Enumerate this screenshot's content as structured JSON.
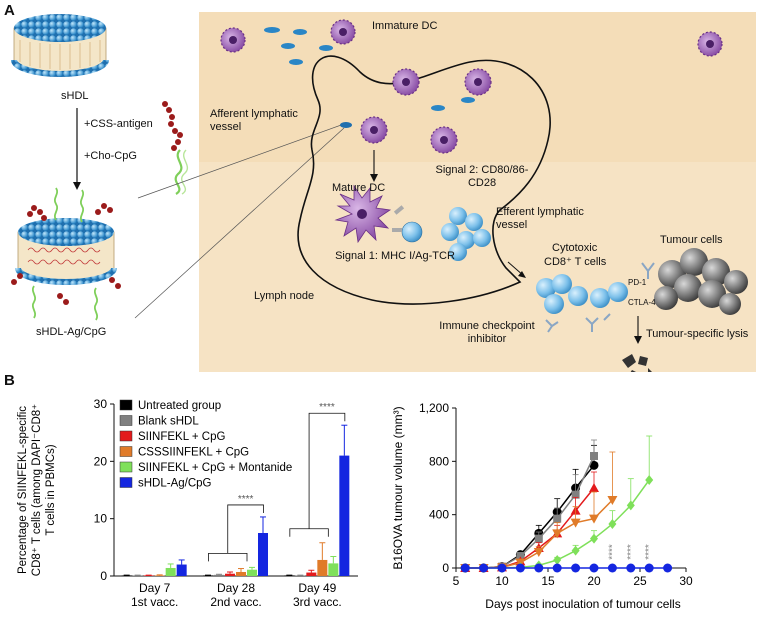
{
  "panel_a": {
    "letter": "A",
    "shdl_label": "sHDL",
    "step1": "+CSS-antigen",
    "step2": "+Cho-CpG",
    "shdl_ag_label": "sHDL-Ag/CpG",
    "immature_dc": "Immature DC",
    "afferent": "Afferent lymphatic vessel",
    "mature_dc": "Mature DC",
    "signal2": "Signal 2: CD80/86-CD28",
    "signal1": "Signal 1: MHC I/Ag-TCR",
    "efferent": "Efferent lymphatic vessel",
    "lymph_node": "Lymph node",
    "cytotoxic_line1": "Cytotoxic",
    "cytotoxic_line2": "CD8⁺ T cells",
    "tumour_cells": "Tumour cells",
    "pd1": "PD-1",
    "ctla4": "CTLA-4",
    "checkpoint": "Immune checkpoint inhibitor",
    "lysis": "Tumour-specific lysis"
  },
  "panel_b": {
    "letter": "B"
  },
  "chart_data": [
    {
      "type": "bar",
      "ylabel": "Percentage of SIINFEKL-specific CD8⁺ T cells (among DAPI⁻CD8⁺ T cells in PBMCs)",
      "ylim": [
        0,
        30
      ],
      "yticks": [
        0,
        10,
        20,
        30
      ],
      "categories": [
        "Day 7",
        "Day 28",
        "Day 49"
      ],
      "category_sublabels": [
        "1st vacc.",
        "2nd vacc.",
        "3rd vacc."
      ],
      "legend_position": "top-left",
      "series": [
        {
          "name": "Untreated group",
          "color": "#000000",
          "values": [
            0.1,
            0.1,
            0.1
          ],
          "errors": [
            0.05,
            0.05,
            0.05
          ]
        },
        {
          "name": "Blank sHDL",
          "color": "#808080",
          "values": [
            0.1,
            0.2,
            0.1
          ],
          "errors": [
            0.05,
            0.1,
            0.05
          ]
        },
        {
          "name": "SIINFEKL + CpG",
          "color": "#e31a1c",
          "values": [
            0.1,
            0.4,
            0.6
          ],
          "errors": [
            0.05,
            0.3,
            0.4
          ]
        },
        {
          "name": "CSSSIINFEKL + CpG",
          "color": "#e07b29",
          "values": [
            0.1,
            0.7,
            2.8
          ],
          "errors": [
            0.1,
            0.6,
            3.0
          ]
        },
        {
          "name": "SIINFEKL + CpG + Montanide",
          "color": "#7fe05a",
          "values": [
            1.4,
            1.1,
            2.2
          ],
          "errors": [
            0.7,
            0.4,
            1.2
          ]
        },
        {
          "name": "sHDL-Ag/CpG",
          "color": "#1426e0",
          "values": [
            2.0,
            7.5,
            21.0
          ],
          "errors": [
            0.8,
            2.8,
            5.3
          ]
        }
      ],
      "significance": [
        {
          "label": "****",
          "category": "Day 28"
        },
        {
          "label": "****",
          "category": "Day 49"
        }
      ]
    },
    {
      "type": "line",
      "ylabel": "B16OVA tumour volume (mm³)",
      "xlabel": "Days post inoculation of tumour cells",
      "xlim": [
        5,
        30
      ],
      "ylim": [
        0,
        1200
      ],
      "xticks": [
        5,
        10,
        15,
        20,
        25,
        30
      ],
      "yticks": [
        0,
        400,
        800,
        1200
      ],
      "ytick_labels": [
        "0",
        "400",
        "800",
        "1,200"
      ],
      "series": [
        {
          "name": "Untreated group",
          "color": "#000000",
          "marker": "circle",
          "x": [
            6,
            8,
            10,
            12,
            14,
            16,
            18,
            20
          ],
          "y": [
            0,
            0,
            10,
            100,
            260,
            420,
            600,
            770
          ],
          "err": [
            0,
            0,
            5,
            20,
            60,
            100,
            140,
            150
          ]
        },
        {
          "name": "Blank sHDL",
          "color": "#808080",
          "marker": "square",
          "x": [
            6,
            8,
            10,
            12,
            14,
            16,
            18,
            20
          ],
          "y": [
            0,
            0,
            10,
            90,
            220,
            370,
            550,
            840
          ],
          "err": [
            0,
            0,
            5,
            20,
            50,
            80,
            150,
            120
          ]
        },
        {
          "name": "SIINFEKL + CpG",
          "color": "#e31a1c",
          "marker": "triangle-up",
          "x": [
            6,
            8,
            10,
            12,
            14,
            16,
            18,
            20
          ],
          "y": [
            0,
            0,
            5,
            50,
            150,
            260,
            430,
            600
          ],
          "err": [
            0,
            0,
            3,
            15,
            40,
            60,
            100,
            120
          ]
        },
        {
          "name": "CSSSIINFEKL + CpG",
          "color": "#e07b29",
          "marker": "triangle-down",
          "x": [
            6,
            8,
            10,
            12,
            14,
            16,
            18,
            20,
            22
          ],
          "y": [
            0,
            0,
            5,
            40,
            120,
            260,
            340,
            370,
            510
          ],
          "err": [
            0,
            0,
            3,
            15,
            40,
            80,
            120,
            200,
            360
          ]
        },
        {
          "name": "SIINFEKL + CpG + Montanide",
          "color": "#7fe05a",
          "marker": "diamond",
          "x": [
            6,
            8,
            10,
            12,
            14,
            16,
            18,
            20,
            22,
            24,
            26
          ],
          "y": [
            0,
            0,
            0,
            5,
            20,
            60,
            130,
            220,
            330,
            470,
            660
          ],
          "err": [
            0,
            0,
            0,
            3,
            10,
            20,
            40,
            60,
            100,
            200,
            330
          ]
        },
        {
          "name": "sHDL-Ag/CpG",
          "color": "#1426e0",
          "marker": "circle",
          "x": [
            6,
            8,
            10,
            12,
            14,
            16,
            18,
            20,
            22,
            24,
            26,
            28
          ],
          "y": [
            0,
            0,
            0,
            0,
            0,
            0,
            0,
            0,
            0,
            0,
            0,
            0
          ],
          "err": [
            0,
            0,
            0,
            0,
            0,
            0,
            0,
            0,
            0,
            0,
            0,
            0
          ]
        }
      ],
      "significance": [
        {
          "label": "****",
          "x": 22
        },
        {
          "label": "****",
          "x": 24
        },
        {
          "label": "****",
          "x": 26
        }
      ]
    }
  ]
}
